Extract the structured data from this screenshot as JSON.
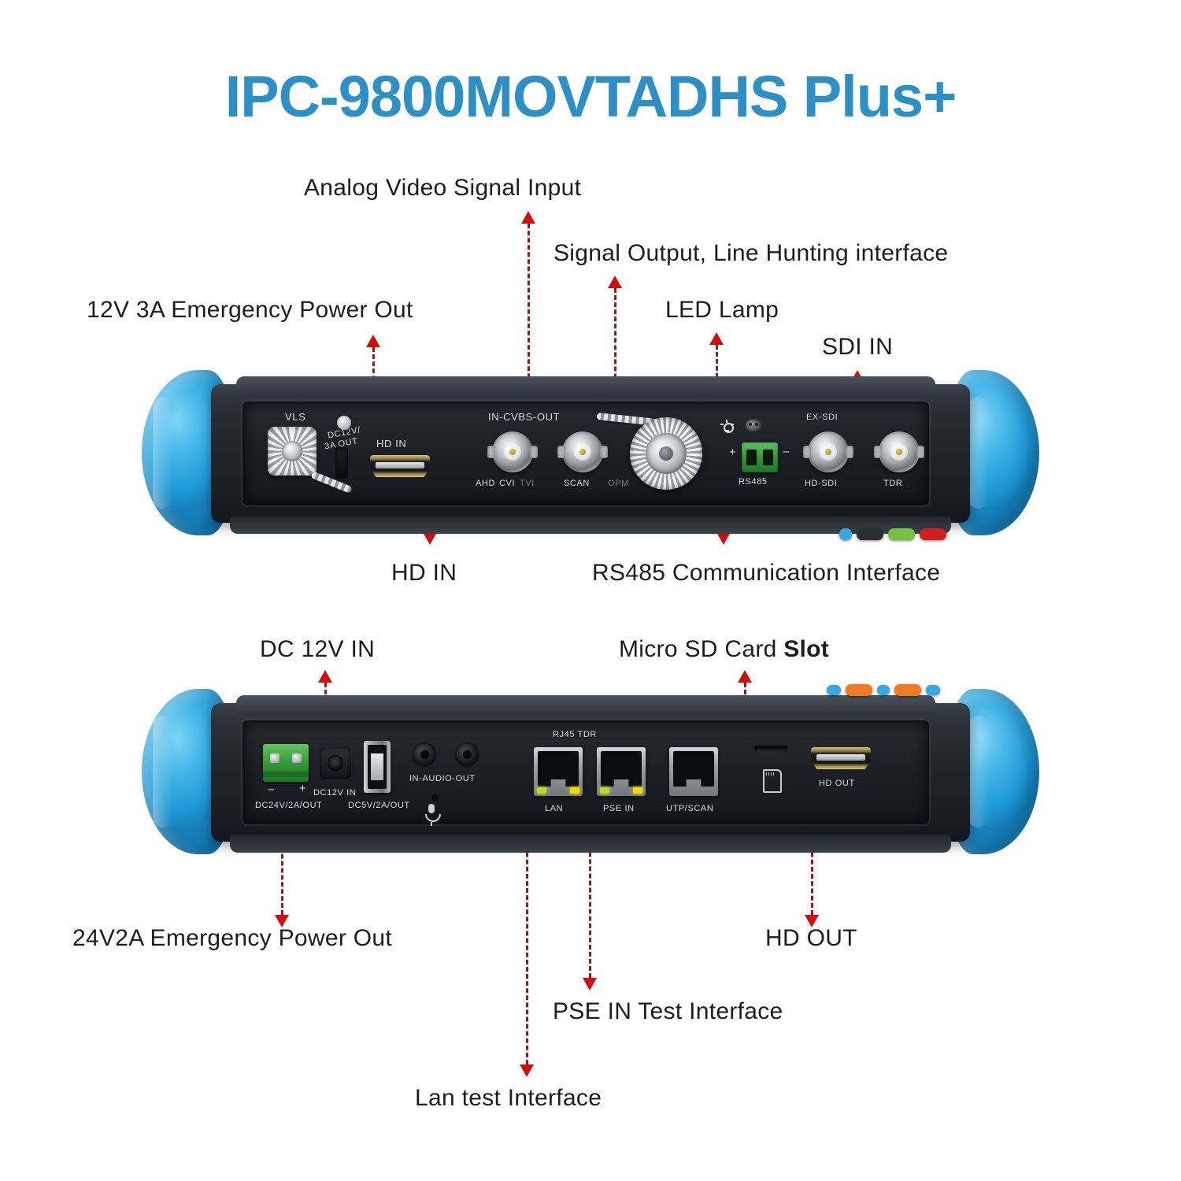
{
  "product_title": "IPC-9800MOVTADHS Plus+",
  "title_color": "#2E8FC4",
  "leader_color": "#8f1d1d",
  "arrow_color": "#d10d0d",
  "callouts": {
    "analog_video_signal_input": "Analog Video Signal Input",
    "signal_output_line_hunting": "Signal Output, Line Hunting interface",
    "emergency_power_12v": "12V 3A Emergency Power Out",
    "led_lamp": "LED Lamp",
    "sdi_in": "SDI IN",
    "hd_in": "HD IN",
    "rs485_comm": "RS485 Communication Interface",
    "dc_12v_in": "DC 12V IN",
    "micro_sd_card": "Micro SD Card ",
    "micro_sd_card_bold": "Slot",
    "emergency_power_24v": "24V2A Emergency Power Out",
    "hd_out": "HD OUT",
    "pse_in_test": "PSE IN Test Interface",
    "lan_test": "Lan test Interface"
  },
  "top_panel": {
    "ports": {
      "vls": "VLS",
      "dc12v_3a_out_l1": "DC12V/",
      "dc12v_3a_out_l2": "3A OUT",
      "hd_in": "HD IN",
      "in_cvbs_out": "IN-CVBS-OUT",
      "ahd": "AHD",
      "cvi": "CVI",
      "tvi": "TVI",
      "scan": "SCAN",
      "opm": "OPM",
      "rs485": "RS485",
      "rs485_plus": "+",
      "rs485_minus": "−",
      "ex_sdi": "EX-SDI",
      "hd_sdi": "HD-SDI",
      "tdr": "TDR"
    }
  },
  "bottom_panel": {
    "ports": {
      "dc24v_2a_out": "DC24V/2A/OUT",
      "terminal_minus": "−",
      "terminal_plus": "+",
      "dc12v_in": "DC12V IN",
      "dc5v_2a_out": "DC5V/2A/OUT",
      "in_audio_out": "IN-AUDIO-OUT",
      "rj45_tdr": "RJ45 TDR",
      "lan": "LAN",
      "pse_in": "PSE IN",
      "utp_scan": "UTP/SCAN",
      "hd_out": "HD OUT"
    }
  },
  "colors": {
    "rubber_cap_blue": "#45b6e8",
    "body_dark": "#22272d",
    "terminal_green": "#34993a",
    "key_green": "#76c043",
    "key_red": "#cf2020",
    "key_orange": "#f07a22",
    "key_blue": "#3aa8e0",
    "key_dark": "#2a2f35"
  }
}
